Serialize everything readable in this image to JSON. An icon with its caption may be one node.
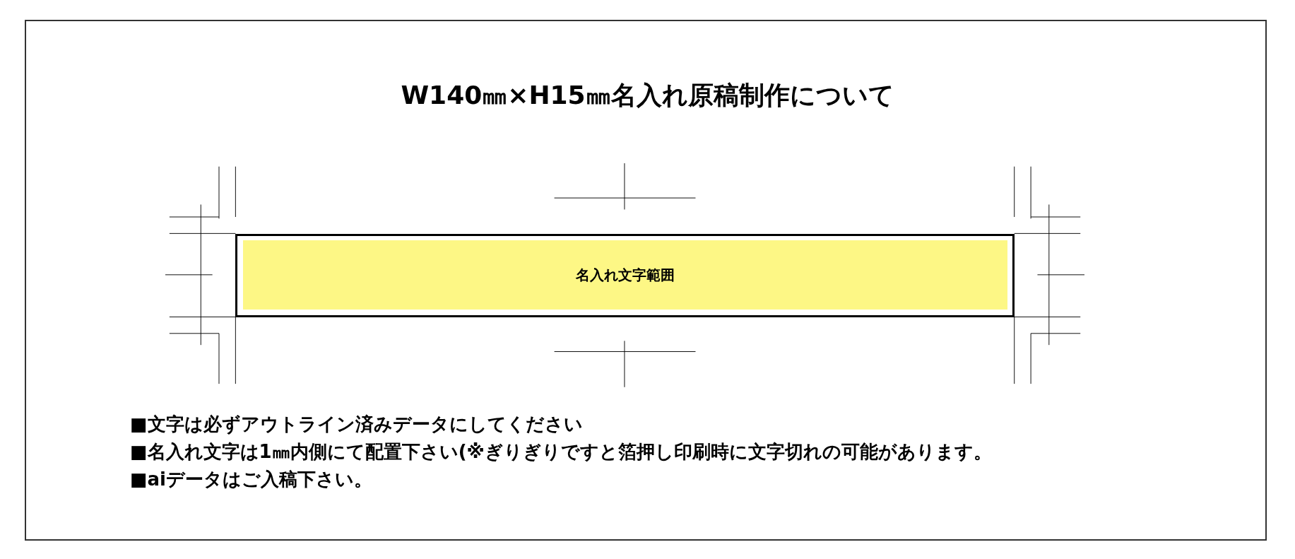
{
  "diagram": {
    "title": "W140㎜×H15㎜名入れ原稿制作について",
    "nodes": [
      {
        "text": [],
        "shape": "box"
      },
      {
        "text": [
          "名入れ文字範囲"
        ],
        "in": 0
      }
    ],
    "edges": [],
    "labels": [
      "■文字は必ずアウトライン済みデータにしてください",
      "■名入れ文字は1㎜内側にて配置下さい(※ぎりぎりですと箔押し印刷時に文字切れの可能があります。",
      "■aiデータはご入稿下さい。"
    ]
  }
}
